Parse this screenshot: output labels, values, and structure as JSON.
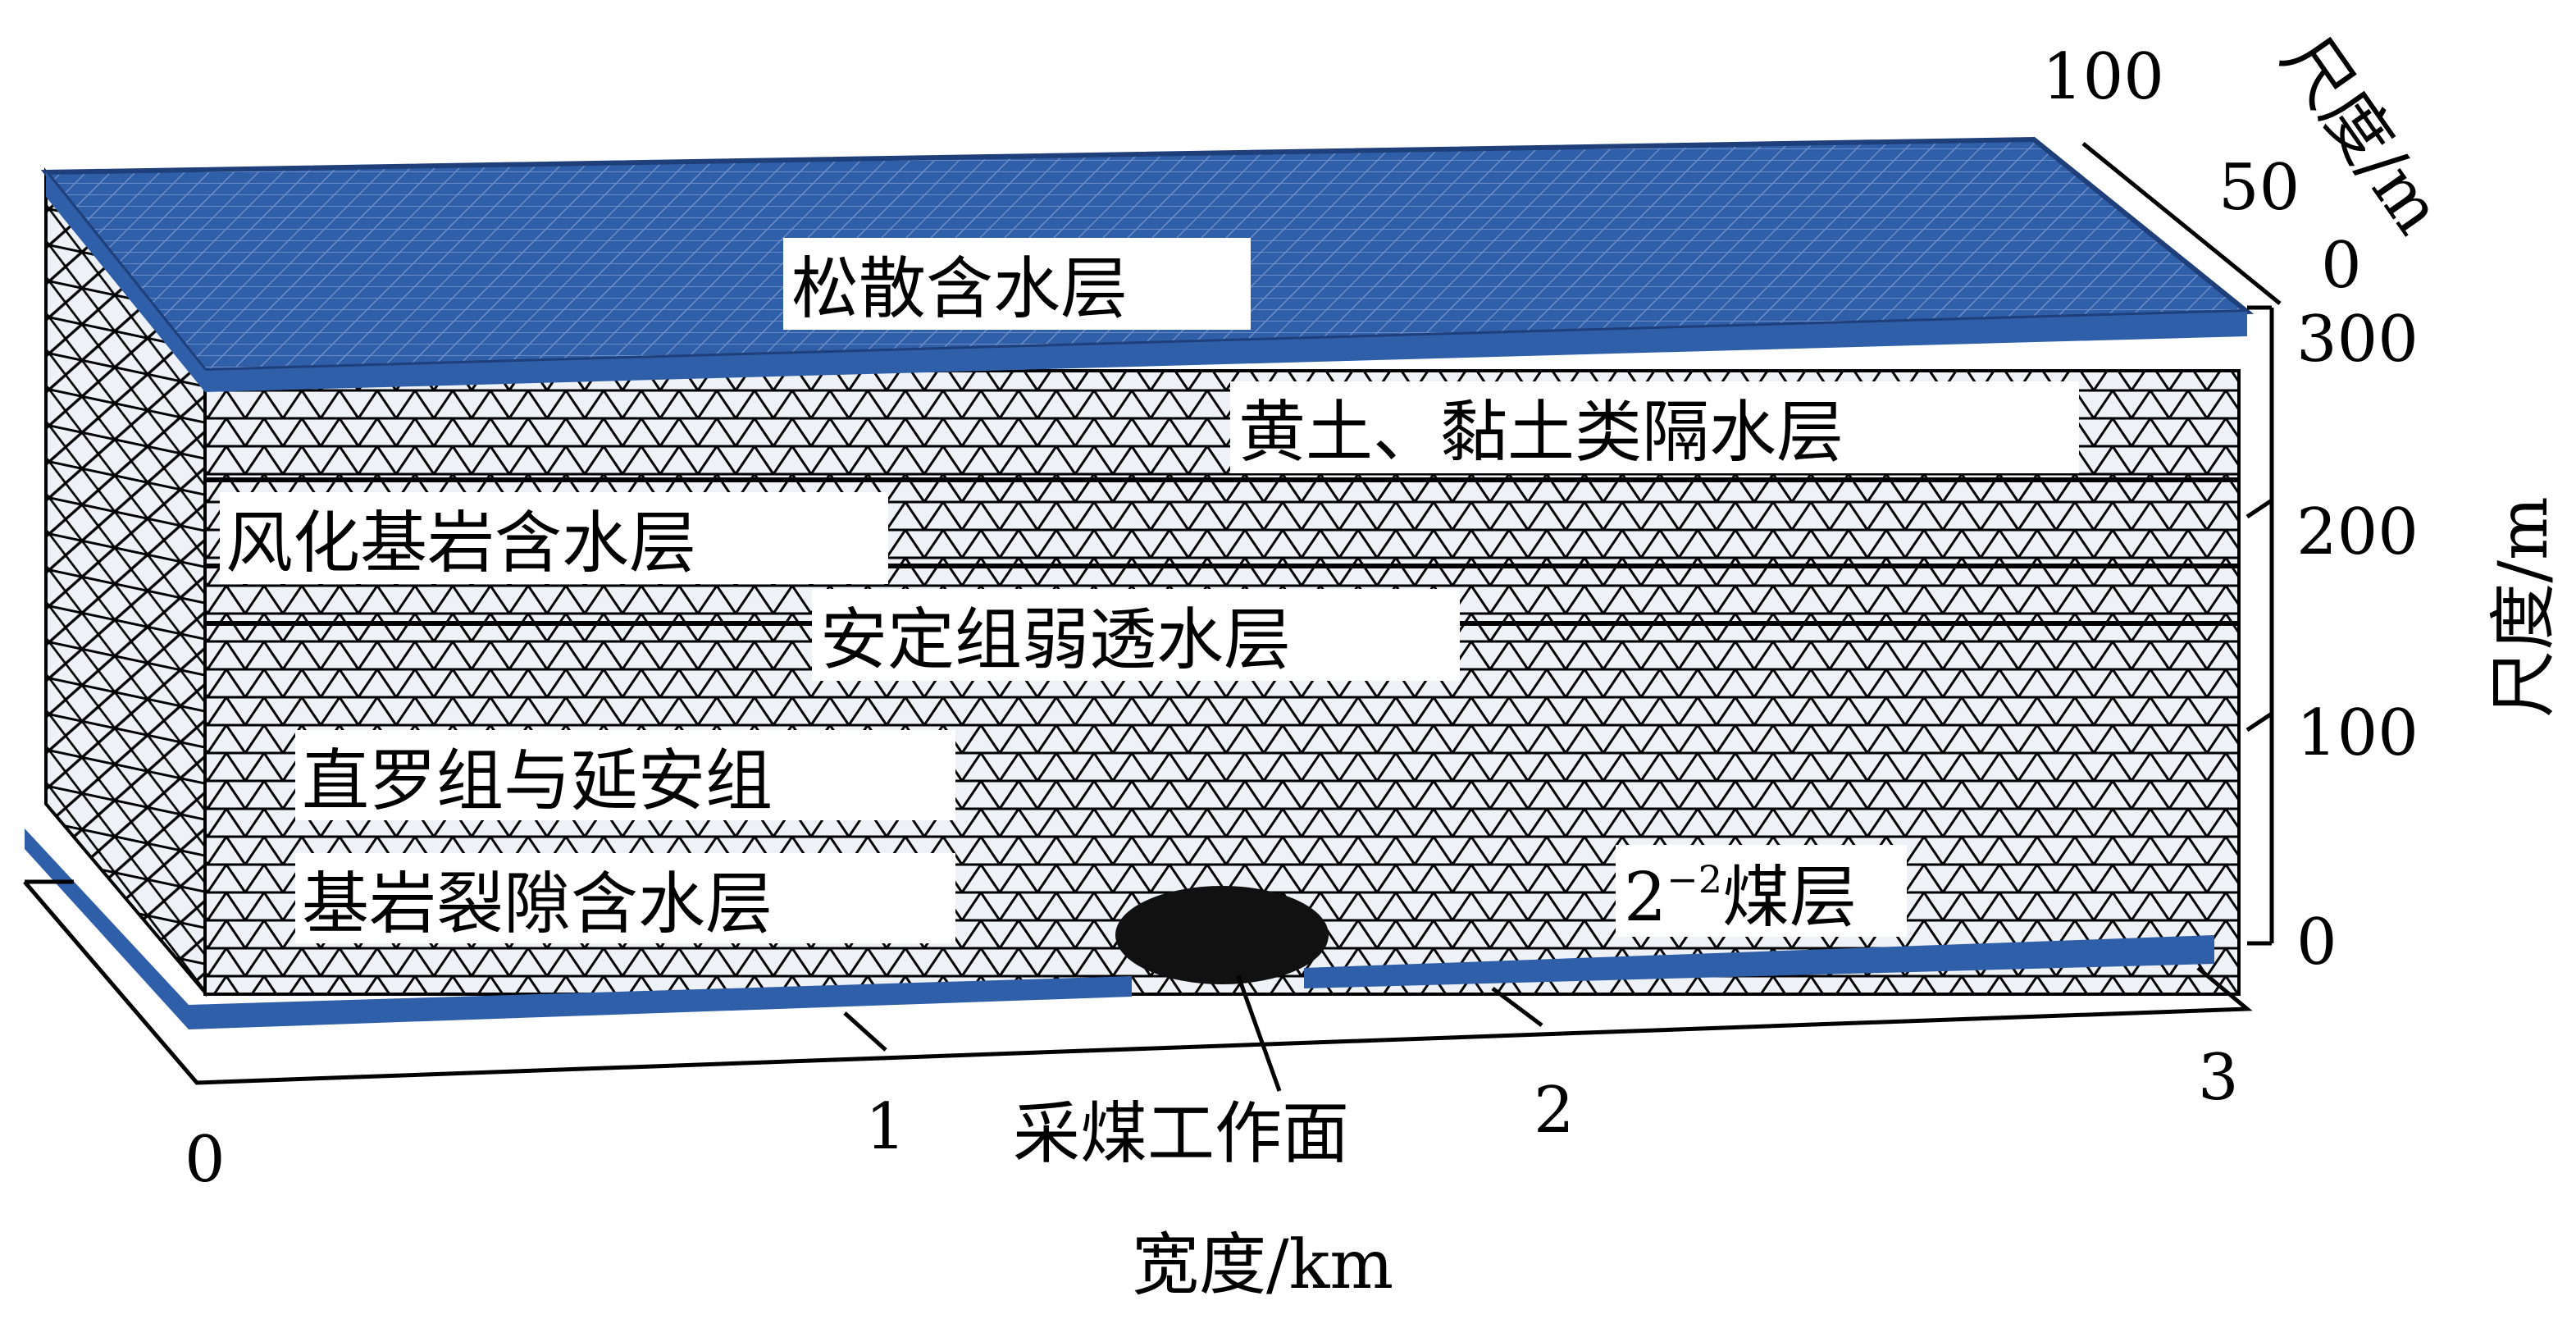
{
  "layers": {
    "loose_aquifer": "松散含水层",
    "loess_clay_aquitard": "黄土、黏土类隔水层",
    "weathered_bedrock_aquifer": "风化基岩含水层",
    "anding_weak_permeable": "安定组弱透水层",
    "zhiluo_yanan_line1": "直罗组与延安组",
    "zhiluo_yanan_line2": "基岩裂隙含水层",
    "coal_seam_base": "2",
    "coal_seam_sup": "−2",
    "coal_seam_suffix": "煤层",
    "working_face": "采煤工作面"
  },
  "axes": {
    "x_title": "宽度/km",
    "x_ticks": [
      "0",
      "1",
      "2",
      "3"
    ],
    "y_title": "尺度/m",
    "y_ticks": [
      "0",
      "100",
      "200",
      "300"
    ],
    "depth_title": "尺度/m",
    "depth_ticks": [
      "0",
      "50",
      "100"
    ]
  },
  "colors": {
    "aquifer_blue": "#2f5fa8",
    "mesh_line": "#000000",
    "mesh_fill": "#eef1f6"
  }
}
